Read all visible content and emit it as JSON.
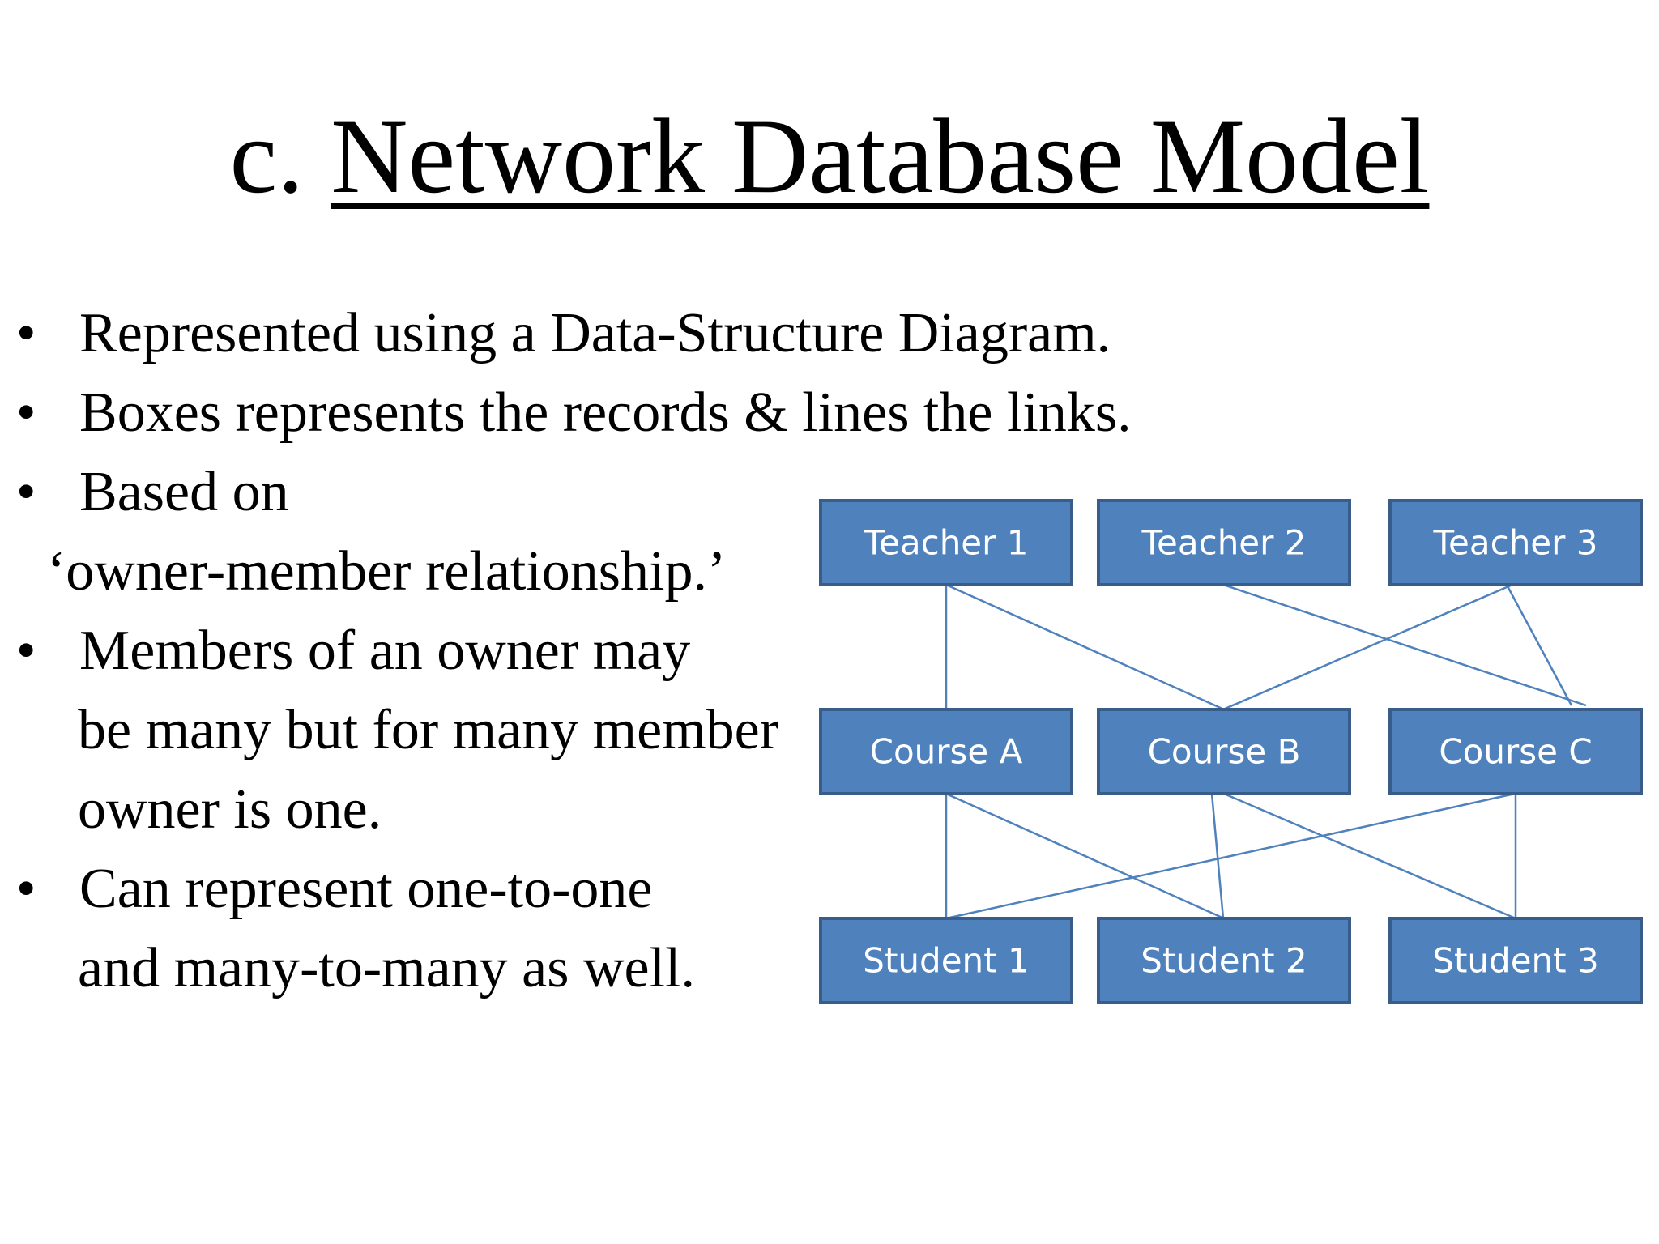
{
  "slide": {
    "title_prefix": "c. ",
    "title_main": "Network Database Model",
    "bullets": [
      {
        "lines": [
          "Represented using a Data-Structure Diagram."
        ]
      },
      {
        "lines": [
          "Boxes represents the records & lines the links."
        ]
      },
      {
        "lines": [
          "Based on",
          "‘owner-member relationship.’"
        ]
      },
      {
        "lines": [
          "Members of an owner may",
          "be many but for many member",
          "owner is one."
        ]
      },
      {
        "lines": [
          "Can represent one-to-one",
          "and many-to-many as well."
        ]
      }
    ],
    "bullet_symbol": "•"
  },
  "diagram": {
    "nodes": [
      {
        "id": "t1",
        "label": "Teacher 1"
      },
      {
        "id": "t2",
        "label": "Teacher 2"
      },
      {
        "id": "t3",
        "label": "Teacher 3"
      },
      {
        "id": "ca",
        "label": "Course A"
      },
      {
        "id": "cb",
        "label": "Course B"
      },
      {
        "id": "cc",
        "label": "Course C"
      },
      {
        "id": "s1",
        "label": "Student 1"
      },
      {
        "id": "s2",
        "label": "Student 2"
      },
      {
        "id": "s3",
        "label": "Student 3"
      }
    ],
    "links": [
      {
        "from": "t1",
        "to": "ca"
      },
      {
        "from": "t1",
        "to": "cb"
      },
      {
        "from": "t2",
        "to": "cc"
      },
      {
        "from": "t3",
        "to": "cb"
      },
      {
        "from": "t3",
        "to": "cc"
      },
      {
        "from": "ca",
        "to": "s1"
      },
      {
        "from": "ca",
        "to": "s2"
      },
      {
        "from": "cb",
        "to": "s2"
      },
      {
        "from": "cb",
        "to": "s3"
      },
      {
        "from": "cc",
        "to": "s1"
      },
      {
        "from": "cc",
        "to": "s3"
      }
    ],
    "colors": {
      "box_fill": "#4f81bd",
      "box_border": "#385d8a",
      "box_text": "#ffffff",
      "link": "#4f81bd"
    }
  }
}
